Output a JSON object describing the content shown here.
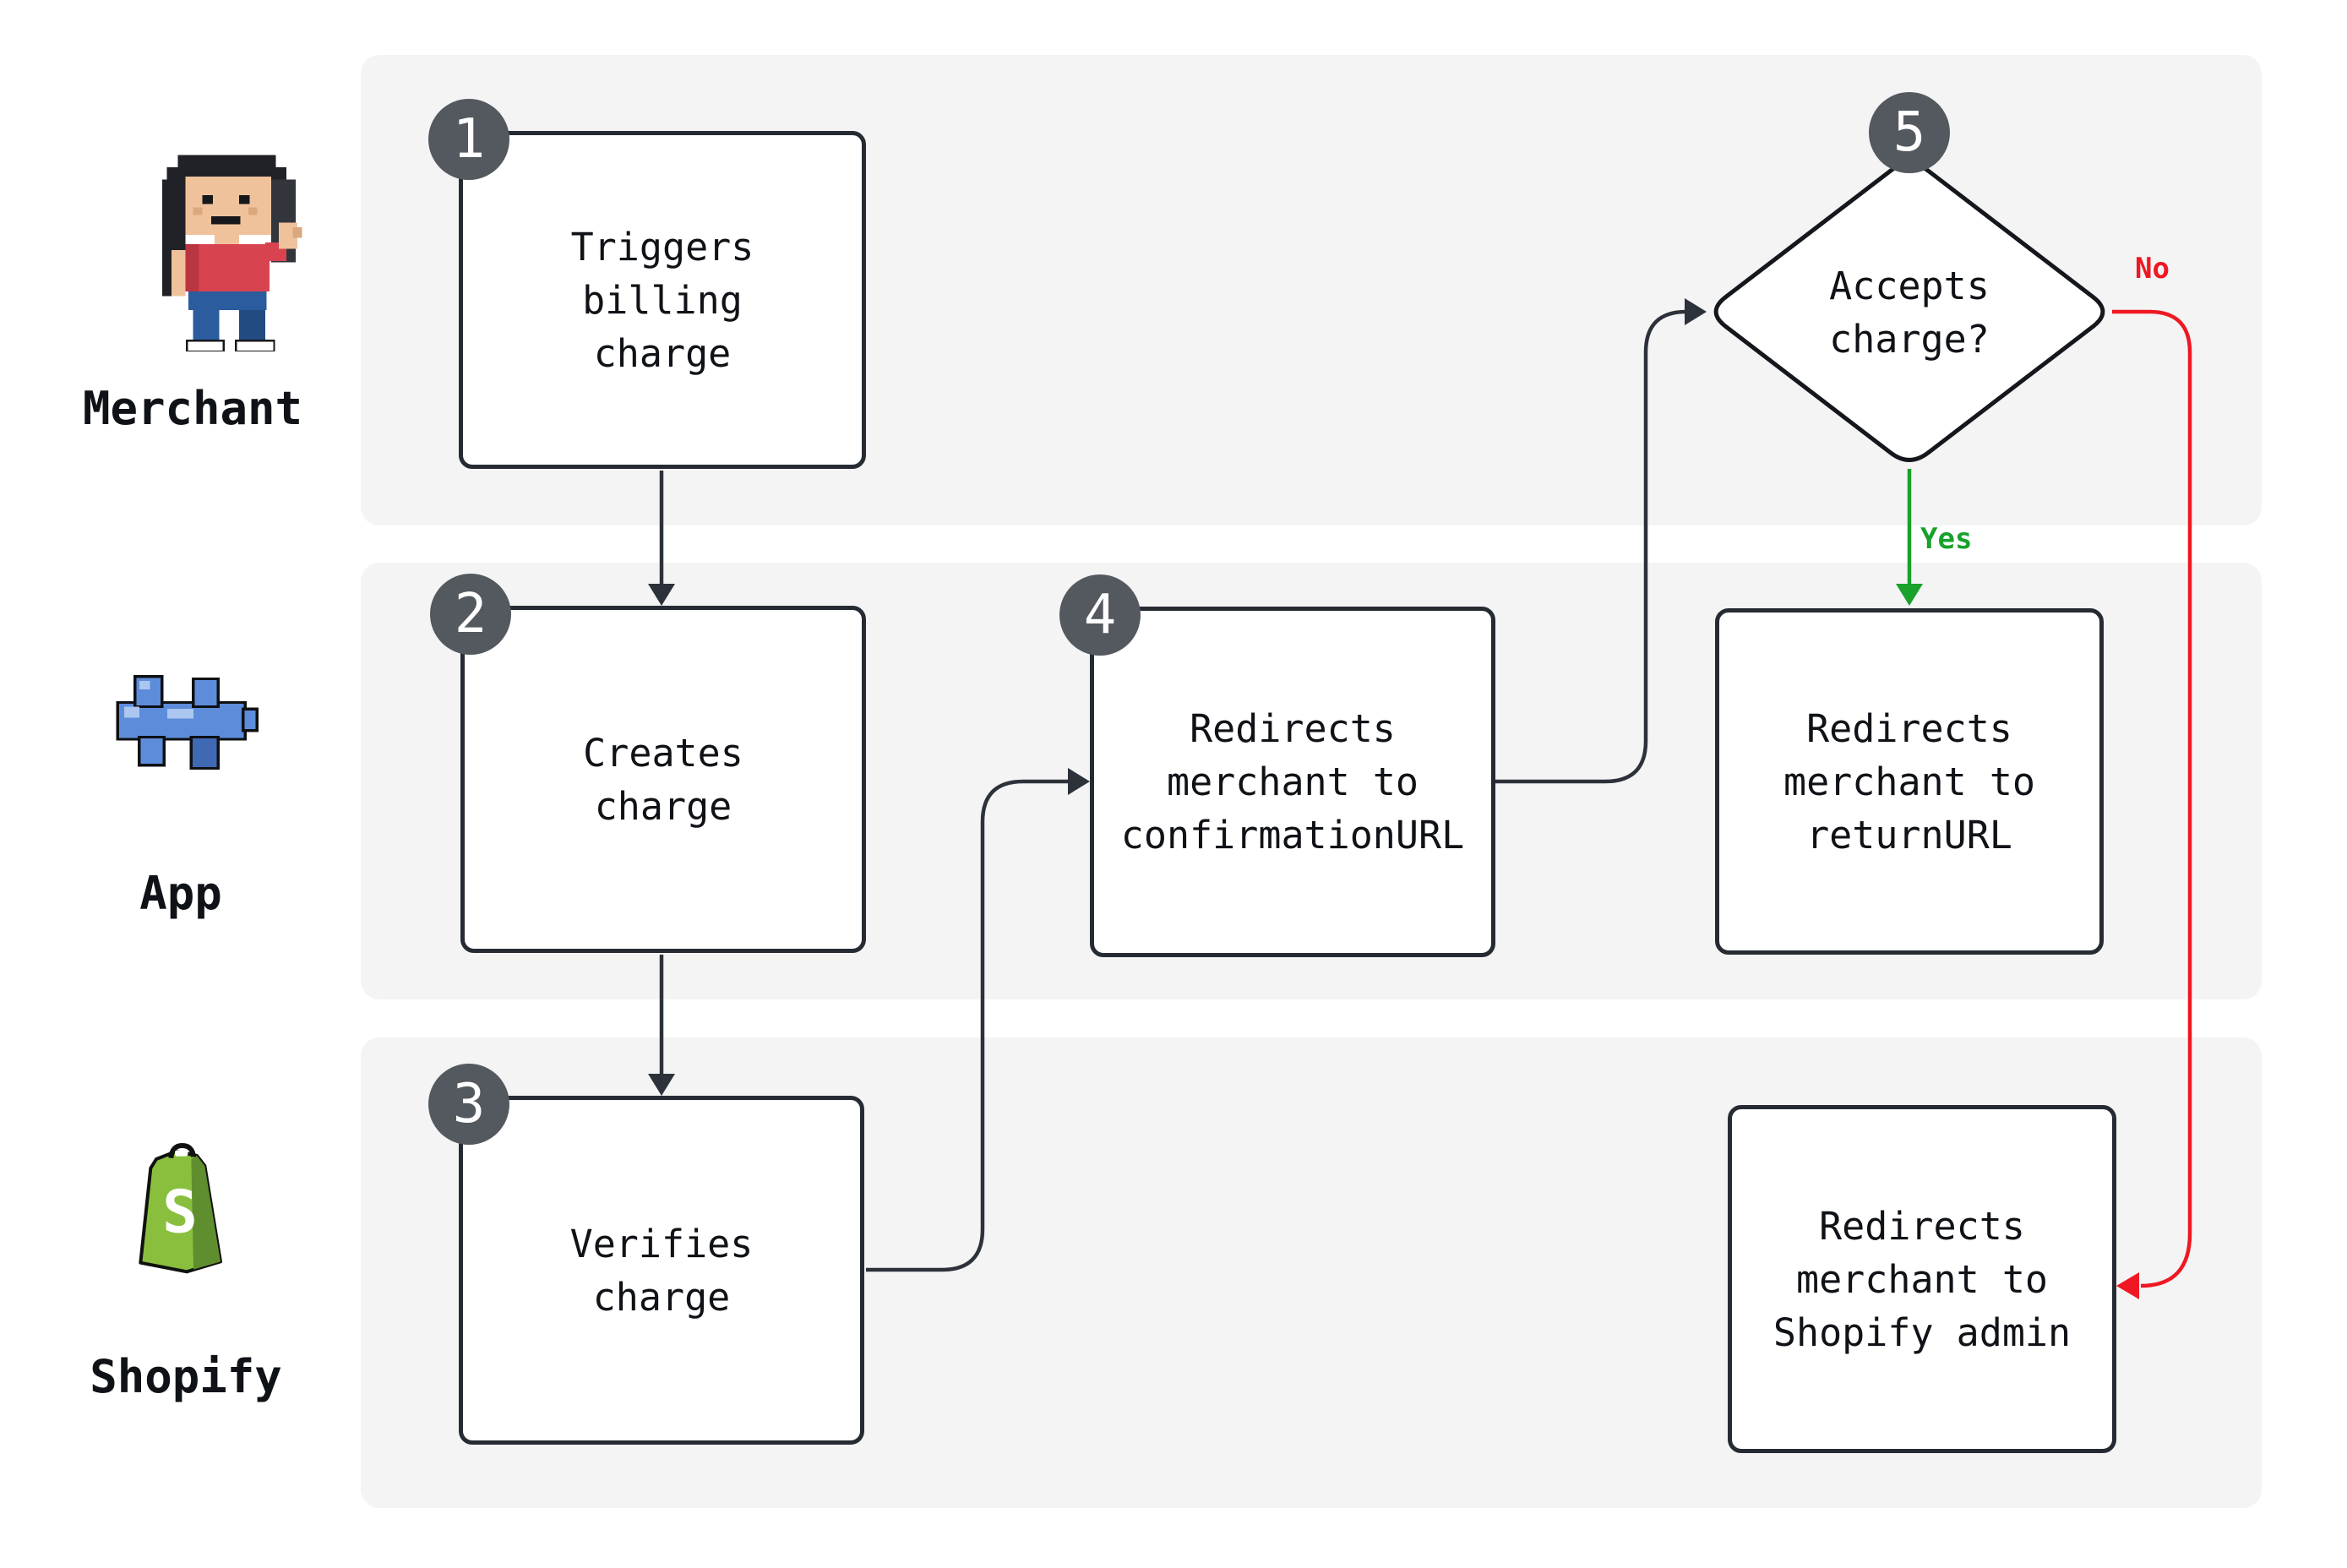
{
  "diagram": {
    "kind": "flowchart",
    "description_visible_text_only": true
  },
  "lanes": [
    {
      "label": "Merchant",
      "icon": "merchant-icon"
    },
    {
      "label": "App",
      "icon": "app-icon"
    },
    {
      "label": "Shopify",
      "icon": "shopify-icon"
    }
  ],
  "nodes": [
    {
      "step": "1",
      "text": "Triggers\nbilling\ncharge",
      "shape": "rect",
      "lane": "Merchant"
    },
    {
      "step": "2",
      "text": "Creates\ncharge",
      "shape": "rect",
      "lane": "App"
    },
    {
      "step": "3",
      "text": "Verifies\ncharge",
      "shape": "rect",
      "lane": "Shopify"
    },
    {
      "step": "4",
      "text": "Redirects\nmerchant to\nconfirmationURL",
      "shape": "rect",
      "lane": "App"
    },
    {
      "step": "5",
      "text": "Accepts\ncharge?",
      "shape": "diamond",
      "lane": "Merchant"
    },
    {
      "text": "Redirects\nmerchant to\nreturnURL",
      "shape": "rect",
      "lane": "App"
    },
    {
      "text": "Redirects\nmerchant to\nShopify admin",
      "shape": "rect",
      "lane": "Shopify"
    }
  ],
  "edges": {
    "yes_label": "Yes",
    "no_label": "No",
    "connections": [
      "step1 -> step2",
      "step2 -> step3",
      "step3 -> step4",
      "step4 -> step5",
      "step5 -Yes-> returnURL box",
      "step5 -No-> Shopify admin box"
    ]
  },
  "colors": {
    "lane_bg": "#f4f4f5",
    "node_bg": "#ffffff",
    "node_border": "#262b33",
    "diamond_border": "#14171c",
    "badge_bg": "#54585f",
    "badge_text": "#ffffff",
    "arrow": "#2c313a",
    "yes_green": "#18a12b",
    "no_red": "#ef1822",
    "text": "#0f1216"
  }
}
